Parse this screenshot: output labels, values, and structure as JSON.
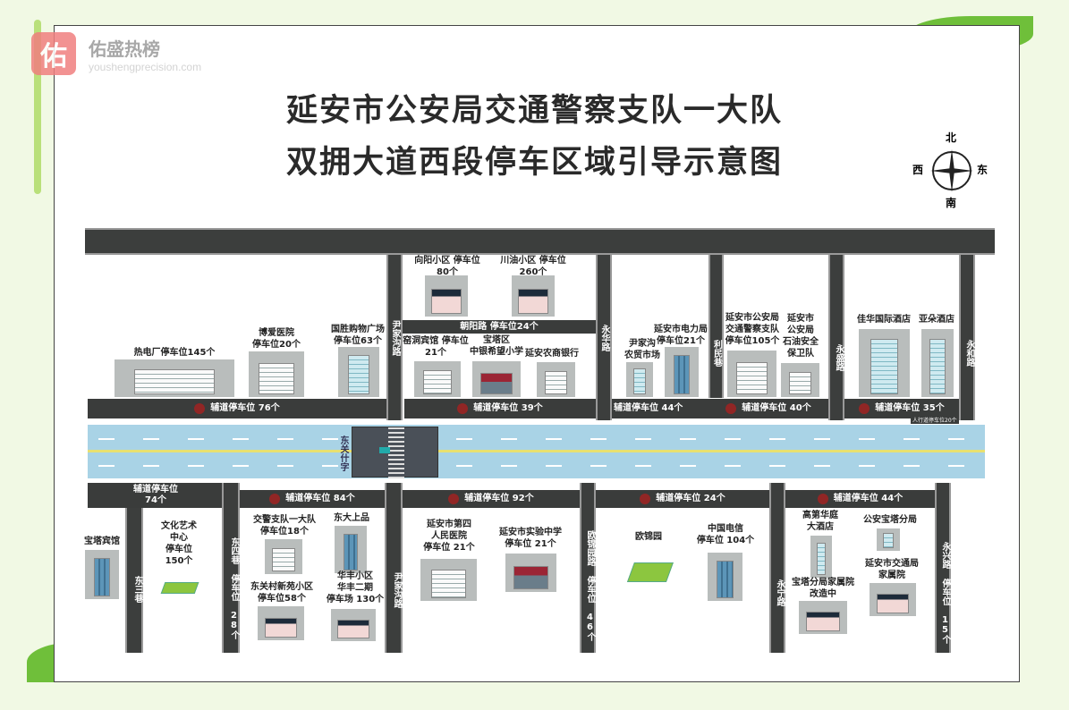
{
  "watermark": {
    "logo_char": "佑",
    "name": "佑盛热榜",
    "url": "youshengprecision.com"
  },
  "title": {
    "line1": "延安市公安局交通警察支队一大队",
    "line2": "双拥大道西段停车区域引导示意图"
  },
  "compass": {
    "north": "北",
    "south": "南",
    "east": "东",
    "west": "西"
  },
  "roads": {
    "yinjiagou": "尹家沟路",
    "yonghua": "永华路",
    "limin": "利民巷",
    "yongsheng": "永盛路",
    "yonghe": "永和路",
    "chaoyang": "朝阳路 停车位24个",
    "dongsan": "东三巷",
    "dongsi": "东四巷 停车位 28个",
    "yinjiagou_s": "尹家沟路",
    "oujinyuan": "欧锦园路 停车位 46个",
    "yongning": "永宁路",
    "yongxing": "永兴路 停车位 15个"
  },
  "intersection": "东关什字",
  "aux_top": [
    "辅道停车位 76个",
    "辅道停车位 39个",
    "辅道停车位 44个",
    "辅道停车位 40个",
    "辅道停车位 35个"
  ],
  "sidewalk_note": "人行道停车位20个",
  "aux_bottom": [
    "辅道停车位\n74个",
    "辅道停车位 84个",
    "辅道停车位 92个",
    "辅道停车位 24个",
    "辅道停车位 44个"
  ],
  "top_buildings": [
    "热电厂停车位145个",
    "博爱医院\n停车位20个",
    "国胜购物广场\n停车位63个",
    "向阳小区 停车位\n80个",
    "川油小区 停车位\n260个",
    "窑洞宾馆 停车位\n21个",
    "宝塔区\n中银希望小学",
    "延安农商银行",
    "尹家沟\n农贸市场",
    "延安市电力局\n停车位21个",
    "延安市公安局\n交通警察支队\n停车位105个",
    "延安市\n公安局\n石油安全\n保卫队",
    "佳华国际酒店",
    "亚朵酒店"
  ],
  "bottom_buildings": [
    "宝塔宾馆",
    "文化艺术\n中心\n停车位\n150个",
    "交警支队一大队\n停车位18个",
    "东大上品",
    "东关村新苑小区\n停车位58个",
    "华丰小区\n华丰二期\n停车场 130个",
    "延安市第四\n人民医院\n停车位 21个",
    "延安市实验中学\n停车位 21个",
    "欧锦园",
    "中国电信\n停车位 104个",
    "高第华庭\n大酒店",
    "公安宝塔分局",
    "宝塔分局家属院\n改造中",
    "延安市交通局\n家属院"
  ]
}
